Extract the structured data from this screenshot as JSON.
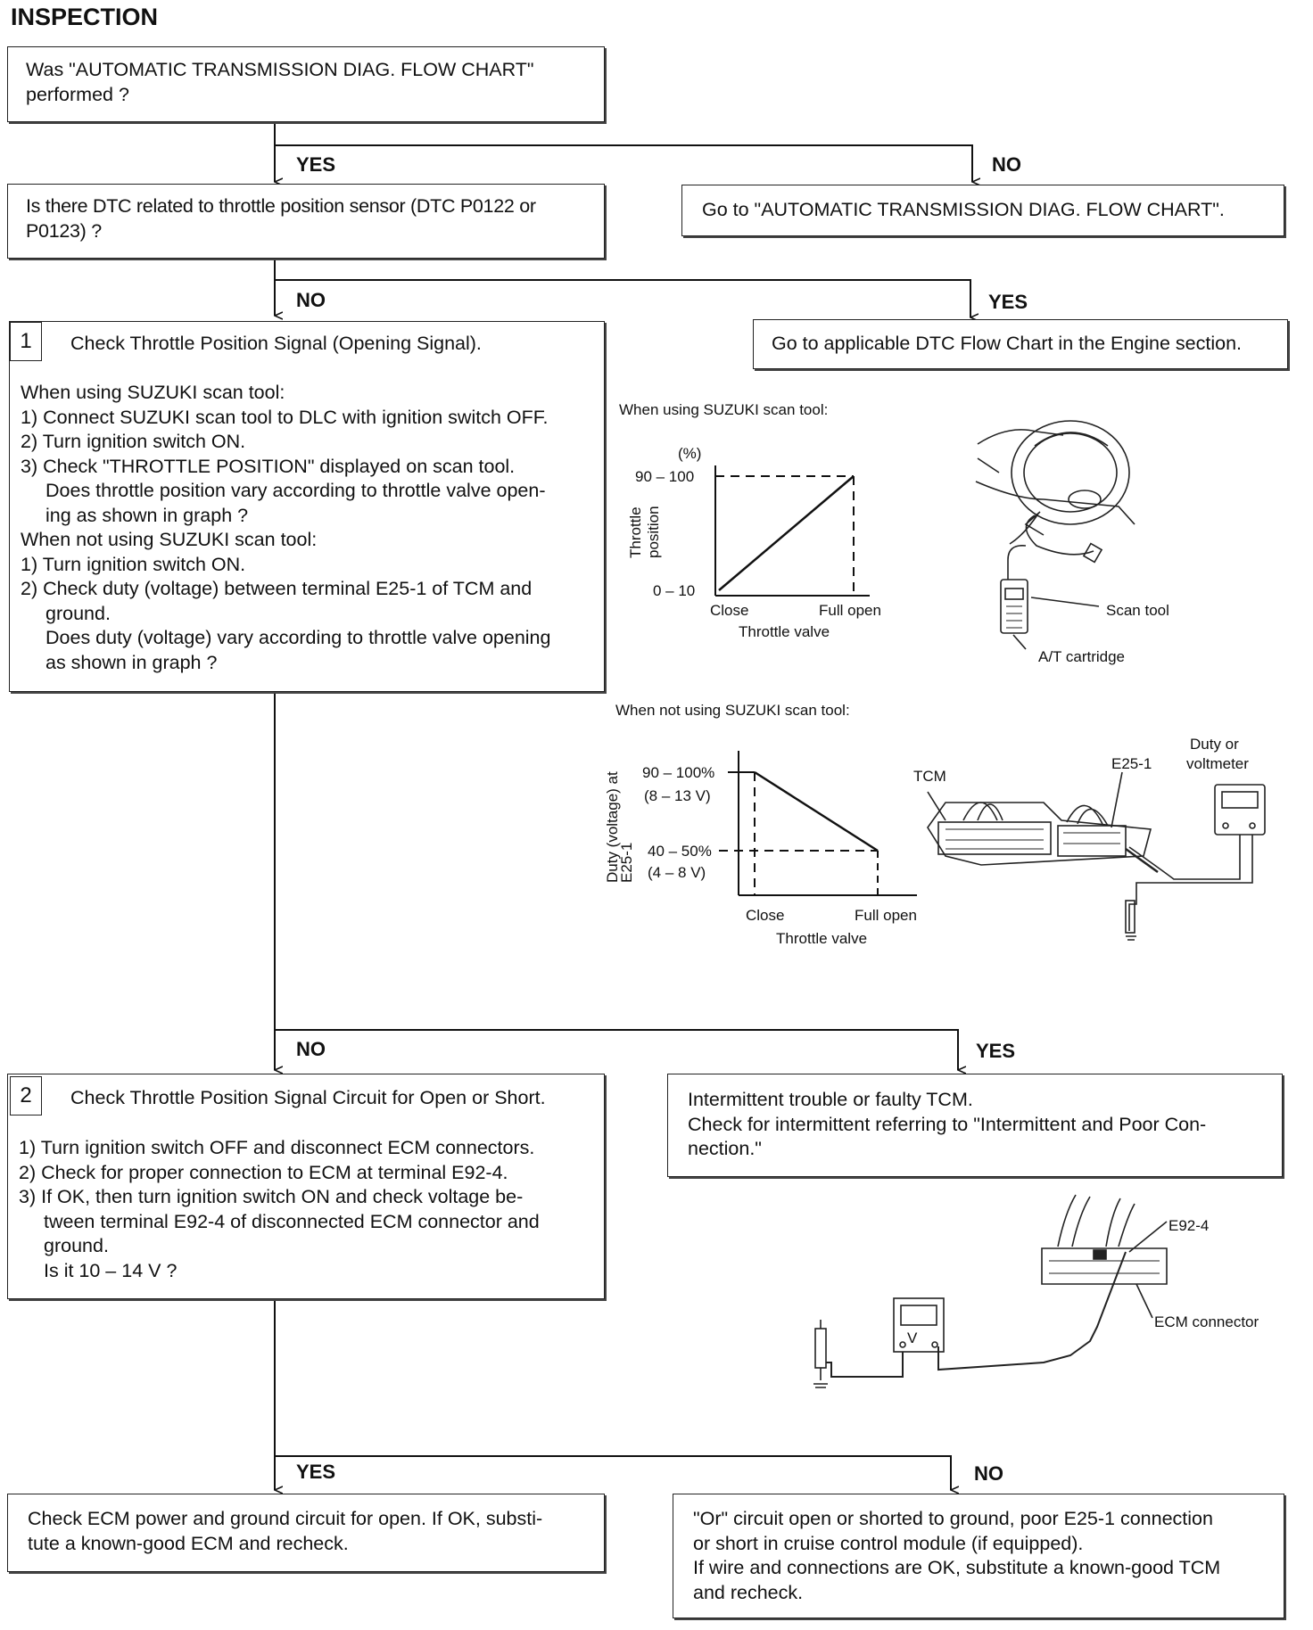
{
  "page": {
    "title": "INSPECTION"
  },
  "flow": {
    "q1": [
      "Was \"AUTOMATIC TRANSMISSION DIAG. FLOW CHART\"",
      "performed ?"
    ],
    "q1_yes": "YES",
    "q1_no": "NO",
    "go_flowchart": "Go to \"AUTOMATIC TRANSMISSION DIAG. FLOW CHART\".",
    "q2": [
      "Is there DTC related to throttle position sensor (DTC P0122 or",
      "P0123) ?"
    ],
    "q2_no": "NO",
    "q2_yes": "YES",
    "go_dtc": "Go to applicable DTC Flow Chart in the Engine section.",
    "step1": {
      "num": "1",
      "heading": "Check Throttle Position Signal (Opening Signal).",
      "lines": [
        {
          "text": "When using SUZUKI scan tool:",
          "indent": false
        },
        {
          "text": "1) Connect SUZUKI scan tool to DLC with ignition switch OFF.",
          "indent": false
        },
        {
          "text": "2) Turn ignition switch ON.",
          "indent": false
        },
        {
          "text": "3) Check \"THROTTLE POSITION\" displayed on scan tool.",
          "indent": false
        },
        {
          "text": "Does throttle position vary according to throttle valve open-",
          "indent": true
        },
        {
          "text": "ing as shown in graph ?",
          "indent": true
        },
        {
          "text": "When not using SUZUKI scan tool:",
          "indent": false
        },
        {
          "text": "1) Turn ignition switch ON.",
          "indent": false
        },
        {
          "text": "2) Check duty (voltage) between terminal E25-1 of TCM and",
          "indent": false
        },
        {
          "text": "ground.",
          "indent": true
        },
        {
          "text": "Does duty (voltage) vary according to throttle valve opening",
          "indent": true
        },
        {
          "text": "as shown in graph ?",
          "indent": true
        }
      ]
    },
    "step1_no": "NO",
    "step1_yes": "YES",
    "intermittent": [
      "Intermittent trouble or faulty TCM.",
      "Check for intermittent referring to \"Intermittent and Poor Con-",
      "nection.\""
    ],
    "step2": {
      "num": "2",
      "heading": "Check Throttle Position Signal Circuit for Open or Short.",
      "lines": [
        {
          "text": "1) Turn ignition switch OFF and disconnect ECM connectors.",
          "indent": false
        },
        {
          "text": "2) Check for proper connection to ECM at terminal E92-4.",
          "indent": false
        },
        {
          "text": "3) If OK, then turn ignition switch ON and check voltage be-",
          "indent": false
        },
        {
          "text": "tween terminal E92-4 of disconnected ECM connector and",
          "indent": true
        },
        {
          "text": "ground.",
          "indent": true
        },
        {
          "text": "Is it 10 – 14 V ?",
          "indent": true
        }
      ]
    },
    "step2_yes": "YES",
    "step2_no": "NO",
    "ecm_check": [
      "Check ECM power and ground circuit for open. If OK, substi-",
      "tute a known-good ECM and recheck."
    ],
    "or_circuit": [
      "\"Or\" circuit open or shorted to ground, poor E25-1 connection",
      "or short in cruise control module (if equipped).",
      "If wire and connections are OK, substitute a known-good TCM",
      "and recheck."
    ]
  },
  "figure1": {
    "caption": "When using SUZUKI scan tool:",
    "unit": "(%)",
    "y_label": [
      "Throttle",
      "position"
    ],
    "y_max": "90 – 100",
    "y_min": "0 – 10",
    "x_close": "Close",
    "x_open": "Full open",
    "x_label": "Throttle valve",
    "scan_tool": "Scan tool",
    "cartridge": "A/T cartridge"
  },
  "figure2": {
    "caption": "When not using SUZUKI scan tool:",
    "y_label": [
      "Duty (voltage) at",
      "E25-1"
    ],
    "y_high": [
      "90 – 100%",
      "(8 – 13 V)"
    ],
    "y_low": [
      "40 – 50%",
      "(4 – 8 V)"
    ],
    "x_close": "Close",
    "x_open": "Full open",
    "x_label": "Throttle valve",
    "tcm": "TCM",
    "terminal": "E25-1",
    "meter": [
      "Duty or",
      "voltmeter"
    ]
  },
  "figure3": {
    "terminal": "E92-4",
    "connector": "ECM connector",
    "meter_symbol": "V"
  }
}
